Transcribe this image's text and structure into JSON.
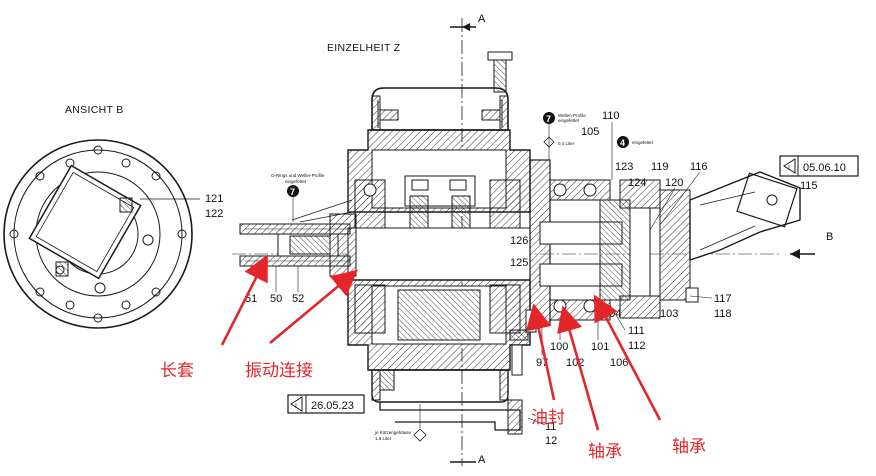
{
  "views": {
    "left_title": "ANSICHT   B",
    "center_title": "EINZELHEIT   Z",
    "section_A_top": "A",
    "section_A_bottom": "A",
    "section_B": "B"
  },
  "stamps": {
    "top_right": "05.06.10",
    "bottom_left": "26.05.23"
  },
  "callouts_circle": {
    "left": "7",
    "upper_mid": "7",
    "right": "4"
  },
  "small_notes": {
    "left_line1": "O-Rings und Weller-Profile",
    "left_line2": "eingefettet",
    "mid_line1": "Wellen-Profile",
    "mid_line2": "eingefettet",
    "mid_line3": "0,4 Liter",
    "right_note": "eingefettet",
    "bottom_line1": "je Kötzengehäuse",
    "bottom_line2": "1,8 Liter"
  },
  "part_numbers": {
    "n121": "121",
    "n122": "122",
    "n51": "51",
    "n50": "50",
    "n52": "52",
    "n105": "105",
    "n110": "110",
    "n123": "123",
    "n119": "119",
    "n116": "116",
    "n124": "124",
    "n120": "120",
    "n115": "115",
    "n126": "126",
    "n125": "125",
    "n117": "117",
    "n118": "118",
    "n103": "103",
    "n104": "104",
    "n111": "111",
    "n112": "112",
    "n97": "97",
    "n100": "100",
    "n102": "102",
    "n101": "101",
    "n106": "106",
    "n11": "11",
    "n12": "12"
  },
  "annotations_cn": {
    "long_sleeve": "长套",
    "vibration_connection": "振动连接",
    "oil_seal": "油封",
    "bearing_1": "轴承",
    "bearing_2": "轴承"
  },
  "colors": {
    "annotation_red": "#e3262a",
    "line_dark": "#1a1a1a",
    "hatch": "#333333"
  }
}
